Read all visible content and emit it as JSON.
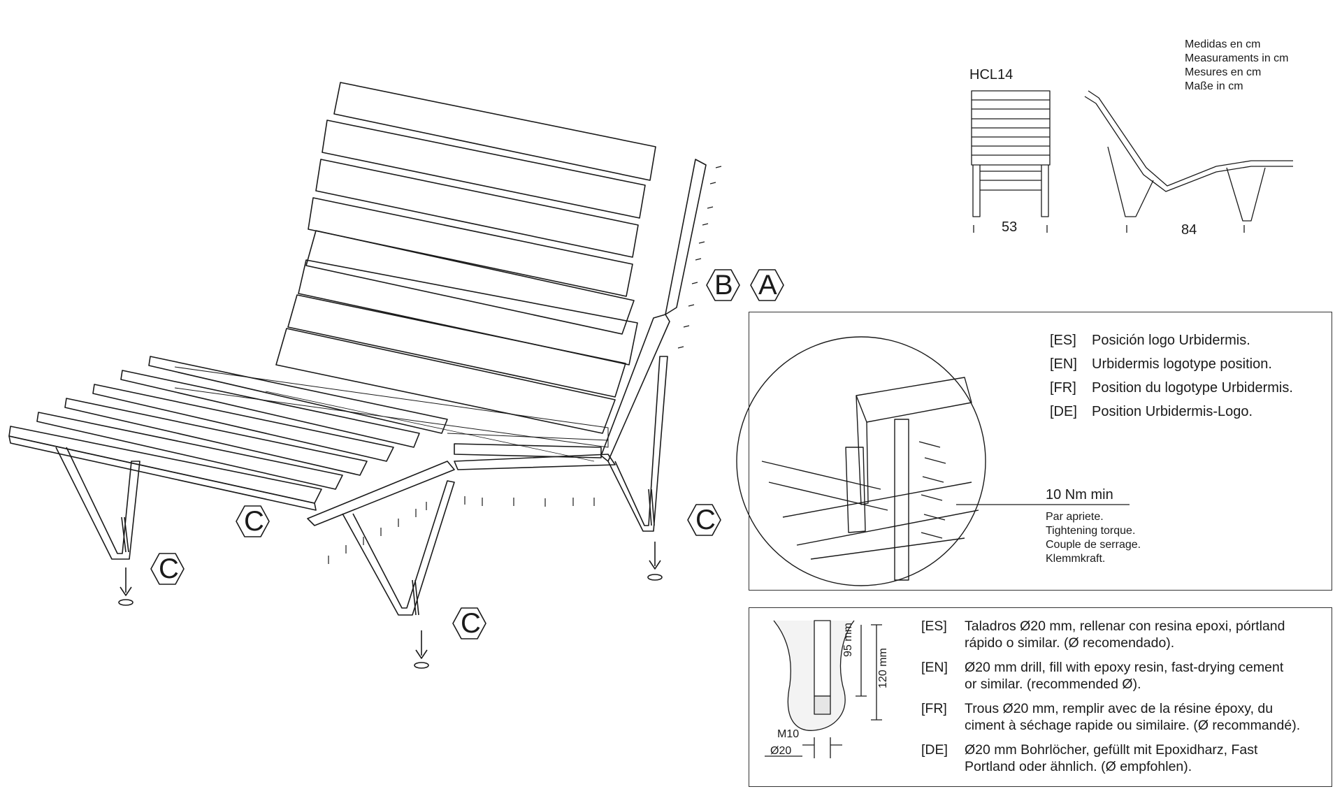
{
  "units": {
    "es": "Medidas en cm",
    "en": "Measuraments in cm",
    "fr": "Mesures en cm",
    "de": "Maße in cm"
  },
  "model": "HCL14",
  "dimensions": {
    "width": "53",
    "depth": "84"
  },
  "callouts": {
    "b": "B",
    "a": "A",
    "c": "C"
  },
  "logo_note": [
    {
      "lang": "[ES]",
      "text": "Posición logo Urbidermis."
    },
    {
      "lang": "[EN]",
      "text": "Urbidermis logotype position."
    },
    {
      "lang": "[FR]",
      "text": "Position du logotype Urbidermis."
    },
    {
      "lang": "[DE]",
      "text": "Position Urbidermis-Logo."
    }
  ],
  "torque": {
    "value": "10 Nm min",
    "es": "Par apriete.",
    "en": "Tightening torque.",
    "fr": "Couple de serrage.",
    "de": "Klemmkraft."
  },
  "anchor_dims": {
    "depth_95": "95 mm",
    "depth_120": "120 mm",
    "bolt": "M10",
    "hole": "Ø20"
  },
  "installation": [
    {
      "lang": "[ES]",
      "line1": "Taladros Ø20 mm, rellenar con resina epoxi, pórtland",
      "line2": "rápido o similar. (Ø recomendado)."
    },
    {
      "lang": "[EN]",
      "line1": "Ø20 mm drill, fill with epoxy resin, fast-drying cement",
      "line2": "or similar. (recommended Ø)."
    },
    {
      "lang": "[FR]",
      "line1": "Trous Ø20 mm, remplir avec de la résine époxy, du",
      "line2": "ciment à séchage rapide ou similaire. (Ø recommandé)."
    },
    {
      "lang": "[DE]",
      "line1": "Ø20 mm Bohrlöcher, gefüllt mit Epoxidharz, Fast",
      "line2": "Portland oder ähnlich. (Ø empfohlen)."
    }
  ],
  "colors": {
    "line": "#1a1a1a",
    "frame": "#333333"
  }
}
